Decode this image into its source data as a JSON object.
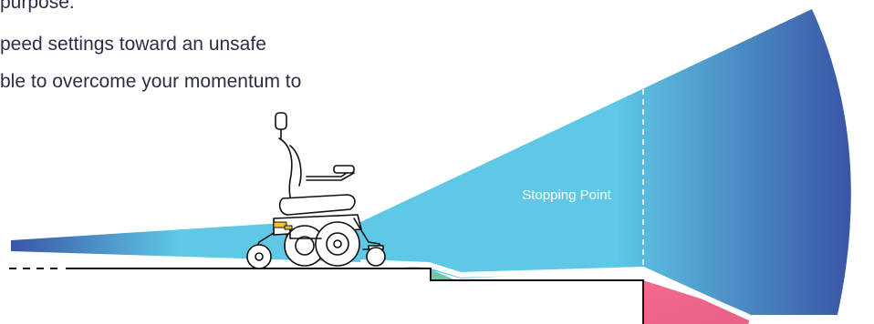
{
  "text_lines": [
    "purpose.",
    "peed settings toward an unsafe",
    "ble to overcome your momentum to"
  ],
  "stopping_point_label": "Stopping Point",
  "colors": {
    "text": "#2a2f45",
    "beam_light": "#5ec8e6",
    "beam_dark": "#3a55a6",
    "slope_green": "#6cc9a8",
    "drop_pink": "#f06e8e",
    "ground_line": "#111111"
  },
  "icons": [
    "power-wheelchair-icon"
  ]
}
